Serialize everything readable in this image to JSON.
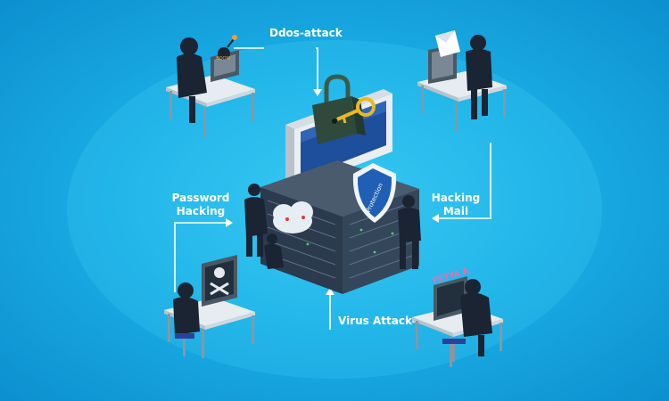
{
  "labels": {
    "ddos": "Ddos-attack",
    "password": [
      "Password",
      "Hacking"
    ],
    "mail": [
      "Hacking",
      "Mail"
    ],
    "virus": "Virus Attack"
  },
  "screen_texts": {
    "boom": "BOOM",
    "shield": "Protection",
    "petya": "PETYA A"
  },
  "colors": {
    "background": "#1aaee6",
    "connector": "#ffffff",
    "hacker": "#1a2433",
    "server": "#2b3a4c",
    "shield": "#1f5fb5",
    "lock": "#2f4a3c",
    "key": "#e8b825"
  }
}
